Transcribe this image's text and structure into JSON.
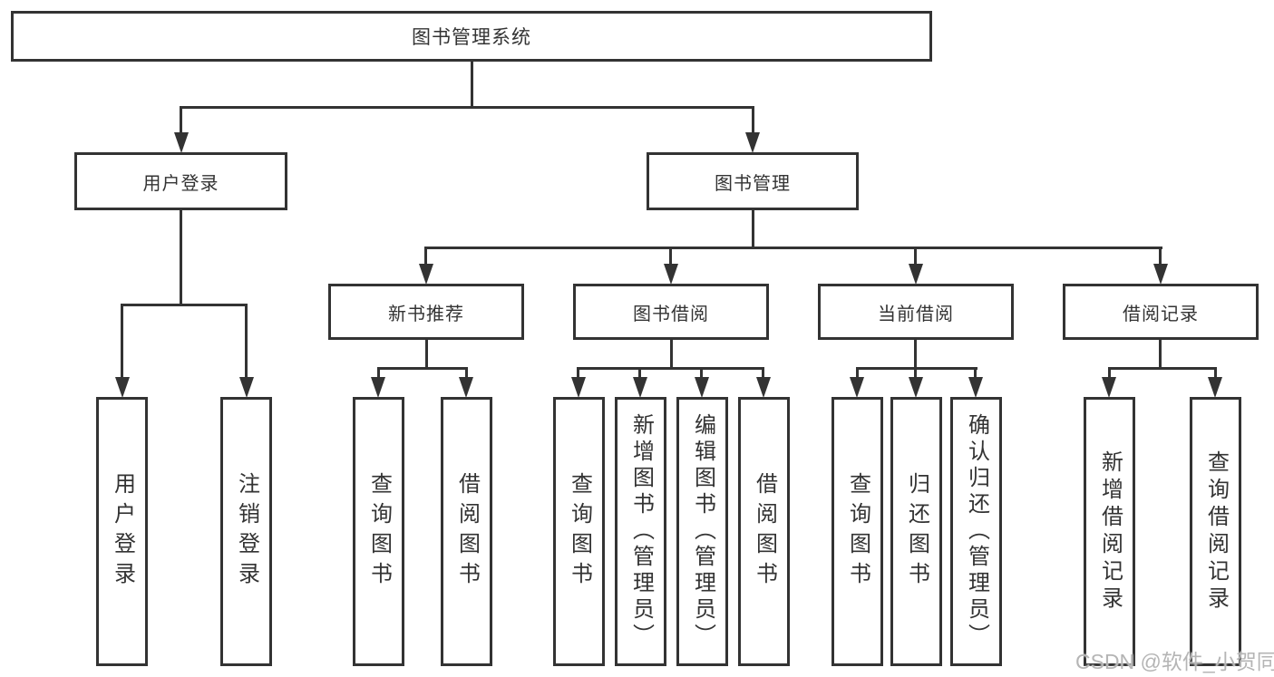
{
  "diagram": {
    "root": {
      "label": "图书管理系统"
    },
    "user_login": {
      "label": "用户登录",
      "children": [
        {
          "label": "用户登录"
        },
        {
          "label": "注销登录"
        }
      ]
    },
    "book_mgmt": {
      "label": "图书管理",
      "children": [
        {
          "label": "新书推荐",
          "children": [
            {
              "label": "查询图书"
            },
            {
              "label": "借阅图书"
            }
          ]
        },
        {
          "label": "图书借阅",
          "children": [
            {
              "label": "查询图书"
            },
            {
              "label": "新增图书（管理员）"
            },
            {
              "label": "编辑图书（管理员）"
            },
            {
              "label": "借阅图书"
            }
          ]
        },
        {
          "label": "当前借阅",
          "children": [
            {
              "label": "查询图书"
            },
            {
              "label": "归还图书"
            },
            {
              "label": "确认归还（管理员）"
            }
          ]
        },
        {
          "label": "借阅记录",
          "children": [
            {
              "label": "新增借阅记录"
            },
            {
              "label": "查询借阅记录"
            }
          ]
        }
      ]
    }
  },
  "watermark": {
    "text": "CSDN @软件_小贺同学",
    "color": "#b5b5b5"
  },
  "colors": {
    "line": "#333333",
    "box_border": "#333333",
    "text": "#333333",
    "background": "#ffffff"
  }
}
